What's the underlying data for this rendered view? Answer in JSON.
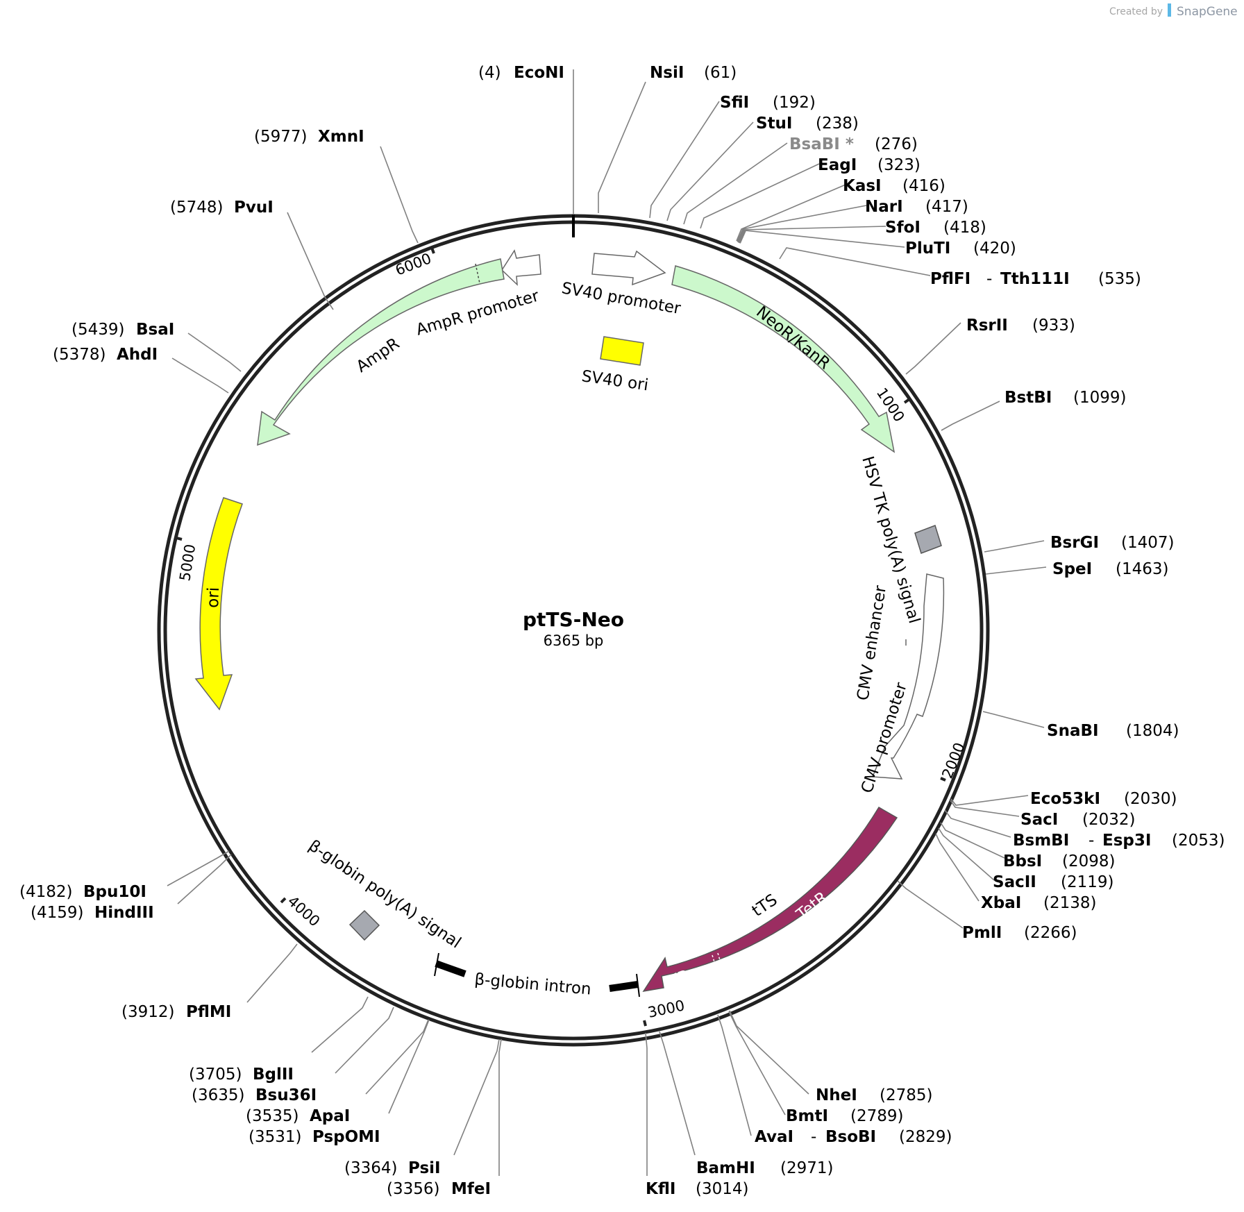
{
  "credit": {
    "prefix": "Created by",
    "brand": "SnapGene"
  },
  "plasmid": {
    "name": "ptTS-Neo",
    "size_label": "6365 bp"
  },
  "ticks": [
    "1000",
    "2000",
    "3000",
    "4000",
    "5000",
    "6000"
  ],
  "features": {
    "sv40_promoter": "SV40 promoter",
    "neor": "NeoR/KanR",
    "sv40_ori": "SV40 ori",
    "hsv_polya": "HSV TK poly(A) signal",
    "cmv_enhancer": "CMV enhancer",
    "cmv_promoter": "CMV promoter",
    "tts": "tTS",
    "tetr": "TetR",
    "kr": "KR...",
    "bglobin_intron": "β-globin intron",
    "bglobin_polya": "β-globin poly(A) signal",
    "ori": "ori",
    "ampr": "AmpR",
    "ampr_promoter": "AmpR promoter"
  },
  "sites": [
    {
      "name": "EcoNI",
      "pos": "(4)"
    },
    {
      "name": "NsiI",
      "pos": "(61)"
    },
    {
      "name": "SfiI",
      "pos": "(192)"
    },
    {
      "name": "StuI",
      "pos": "(238)"
    },
    {
      "name": "BsaBI *",
      "pos": "(276)"
    },
    {
      "name": "EagI",
      "pos": "(323)"
    },
    {
      "name": "KasI",
      "pos": "(416)"
    },
    {
      "name": "NarI",
      "pos": "(417)"
    },
    {
      "name": "SfoI",
      "pos": "(418)"
    },
    {
      "name": "PluTI",
      "pos": "(420)"
    },
    {
      "name": "PflFI",
      "name2": "Tth111I",
      "pos": "(535)"
    },
    {
      "name": "RsrII",
      "pos": "(933)"
    },
    {
      "name": "BstBI",
      "pos": "(1099)"
    },
    {
      "name": "BsrGI",
      "pos": "(1407)"
    },
    {
      "name": "SpeI",
      "pos": "(1463)"
    },
    {
      "name": "SnaBI",
      "pos": "(1804)"
    },
    {
      "name": "Eco53kI",
      "pos": "(2030)"
    },
    {
      "name": "SacI",
      "pos": "(2032)"
    },
    {
      "name": "BsmBI",
      "name2": "Esp3I",
      "pos": "(2053)"
    },
    {
      "name": "BbsI",
      "pos": "(2098)"
    },
    {
      "name": "SacII",
      "pos": "(2119)"
    },
    {
      "name": "XbaI",
      "pos": "(2138)"
    },
    {
      "name": "PmlI",
      "pos": "(2266)"
    },
    {
      "name": "NheI",
      "pos": "(2785)"
    },
    {
      "name": "BmtI",
      "pos": "(2789)"
    },
    {
      "name": "AvaI",
      "name2": "BsoBI",
      "pos": "(2829)"
    },
    {
      "name": "BamHI",
      "pos": "(2971)"
    },
    {
      "name": "KflI",
      "pos": "(3014)"
    },
    {
      "name": "MfeI",
      "pos": "(3356)"
    },
    {
      "name": "PsiI",
      "pos": "(3364)"
    },
    {
      "name": "PspOMI",
      "pos": "(3531)"
    },
    {
      "name": "ApaI",
      "pos": "(3535)"
    },
    {
      "name": "Bsu36I",
      "pos": "(3635)"
    },
    {
      "name": "BglII",
      "pos": "(3705)"
    },
    {
      "name": "PflMI",
      "pos": "(3912)"
    },
    {
      "name": "HindIII",
      "pos": "(4159)"
    },
    {
      "name": "Bpu10I",
      "pos": "(4182)"
    },
    {
      "name": "AhdI",
      "pos": "(5378)"
    },
    {
      "name": "BsaI",
      "pos": "(5439)"
    },
    {
      "name": "PvuI",
      "pos": "(5748)"
    },
    {
      "name": "XmnI",
      "pos": "(5977)"
    }
  ],
  "colors": {
    "backbone": "#222222",
    "cds": "#ccf8cc",
    "cds_stroke": "#666666",
    "ori": "#ffff00",
    "polya": "#a6a9b0",
    "tts": "#9b2d61",
    "leader": "#808080",
    "faded_site": "#8a8a8a"
  }
}
